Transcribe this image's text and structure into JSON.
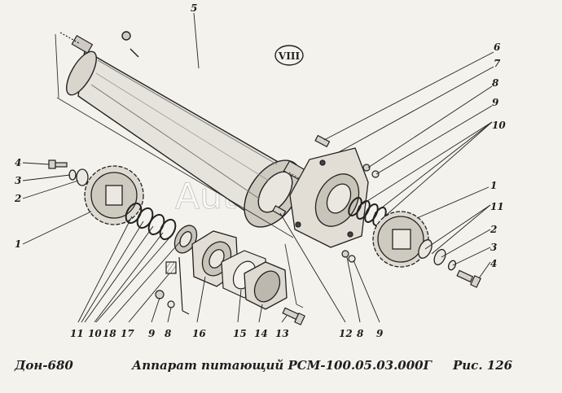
{
  "section_badge": "VIII",
  "watermark": "AutoSoft",
  "caption": {
    "model": "Дон-680",
    "title": "Аппарат питающий   РСМ-100.05.03.000Г",
    "figure": "Рис.  126"
  },
  "callouts": {
    "c5": "5",
    "c6": "6",
    "c7": "7",
    "c8_top": "8",
    "c9_top": "9",
    "c10_right": "10",
    "c1_right": "1",
    "c11_right": "11",
    "c2_right": "2",
    "c3_right": "3",
    "c4_right": "4",
    "c4_left": "4",
    "c3_left": "3",
    "c2_left": "2",
    "c1_left": "1",
    "c11_bottom": "11",
    "c10_bottom": "10",
    "c18": "18",
    "c17": "17",
    "c9_bottom": "9",
    "c8_bottom": "8",
    "c16": "16",
    "c15": "15",
    "c14": "14",
    "c13": "13",
    "c12": "12",
    "c8_mid": "8",
    "c9_mid": "9"
  }
}
